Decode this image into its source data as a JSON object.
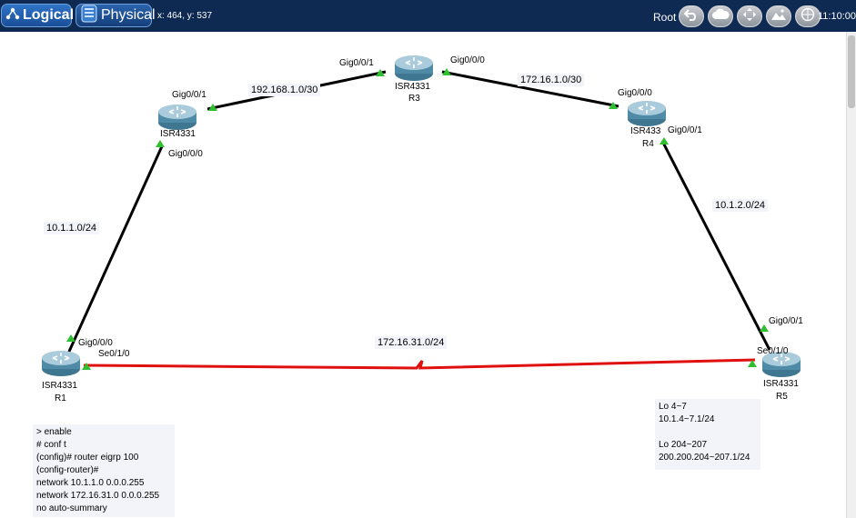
{
  "toolbar": {
    "logical_label": "Logical",
    "physical_label": "Physical",
    "coords": "x: 464, y: 537",
    "root_label": "Root",
    "clock": "11:10:00",
    "icons": [
      "back-icon",
      "cloud-icon",
      "navigate-icon",
      "image-icon",
      "globe-clock-icon"
    ]
  },
  "colors": {
    "toolbar_bg": "#0e2a52",
    "link_ethernet": "#000000",
    "link_serial": "#e01010",
    "port_up": "#2fbf2f"
  },
  "devices": {
    "r1": {
      "model": "ISR4331",
      "name": "R1"
    },
    "r2": {
      "model": "ISR4331",
      "name": ""
    },
    "r3": {
      "model": "ISR4331",
      "name": "R3"
    },
    "r4": {
      "model": "ISR433",
      "name": "R4"
    },
    "r5": {
      "model": "ISR4331",
      "name": "R5"
    }
  },
  "links": {
    "r1_r2": {
      "network": "10.1.1.0/24",
      "port_a": "Gig0/0/0",
      "port_b": "Gig0/0/0"
    },
    "r2_r3": {
      "network": "192.168.1.0/30",
      "port_a": "Gig0/0/1",
      "port_b": "Gig0/0/1"
    },
    "r3_r4": {
      "network": "172.16.1.0/30",
      "port_a": "Gig0/0/0",
      "port_b": "Gig0/0/0"
    },
    "r4_r5": {
      "network": "10.1.2.0/24",
      "port_a": "Gig0/0/1",
      "port_b": "Gig0/0/1"
    },
    "r1_r5": {
      "network": "172.16.31.0/24",
      "port_a": "Se0/1/0",
      "port_b": "Se0/1/0"
    }
  },
  "notes": {
    "r1_config": [
      "> enable",
      "# conf t",
      "(config)# router eigrp 100",
      "(config-router)#",
      "network 10.1.1.0 0.0.0.255",
      "network 172.16.31.0 0.0.0.255",
      "no auto-summary"
    ],
    "r5_loopbacks": [
      "Lo 4~7",
      "10.1.4~7.1/24",
      "",
      "Lo 204~207",
      "200.200.204~207.1/24"
    ]
  }
}
